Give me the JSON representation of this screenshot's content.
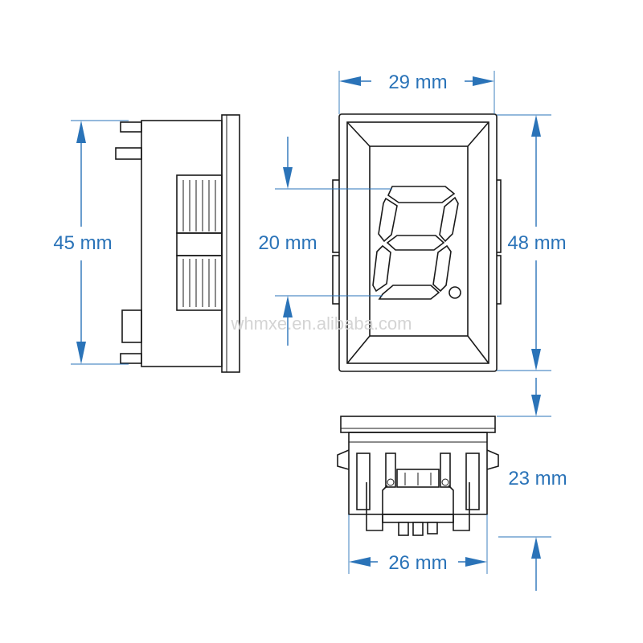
{
  "dimensions": {
    "top_width": "29 mm",
    "side_height": "45 mm",
    "digit_height": "20 mm",
    "front_height": "48 mm",
    "depth": "23 mm",
    "bottom_width": "26 mm"
  },
  "watermark": "whmxe.en.alibaba.com",
  "colors": {
    "dimension": "#2a73b8",
    "outline": "#1a1a1a",
    "watermark": "#d4d4d4"
  }
}
